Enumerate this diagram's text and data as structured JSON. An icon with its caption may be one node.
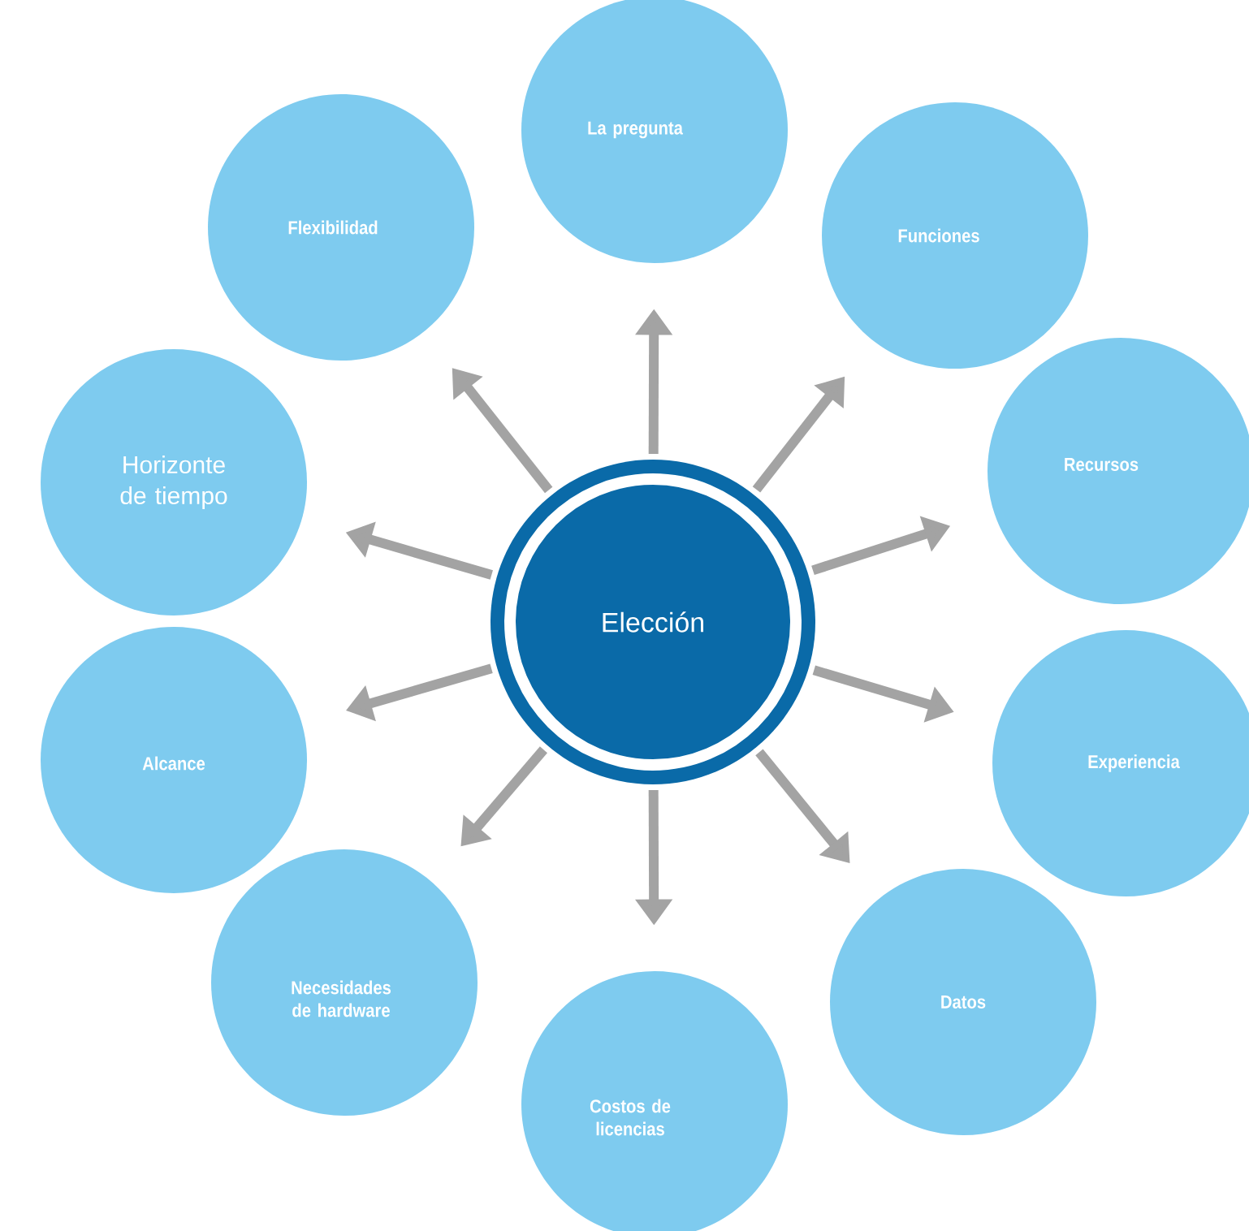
{
  "diagram": {
    "nodes": [
      {
        "text": [
          "Elección"
        ]
      },
      {
        "text": [
          "La pregunta"
        ]
      },
      {
        "text": [
          "Funciones"
        ]
      },
      {
        "text": [
          "Recursos"
        ]
      },
      {
        "text": [
          "Experiencia"
        ]
      },
      {
        "text": [
          "Datos"
        ]
      },
      {
        "text": [
          "Costos de licencias"
        ]
      },
      {
        "text": [
          "Necesidades de hardware"
        ]
      },
      {
        "text": [
          "Alcance"
        ]
      },
      {
        "text": [
          "Horizonte de tiempo"
        ]
      },
      {
        "text": [
          "Flexibilidad"
        ]
      }
    ],
    "edges": [
      {
        "from": 0,
        "to": 1,
        "arrow": "to"
      },
      {
        "from": 0,
        "to": 2,
        "arrow": "to"
      },
      {
        "from": 0,
        "to": 3,
        "arrow": "to"
      },
      {
        "from": 0,
        "to": 4,
        "arrow": "to"
      },
      {
        "from": 0,
        "to": 5,
        "arrow": "to"
      },
      {
        "from": 0,
        "to": 6,
        "arrow": "to"
      },
      {
        "from": 0,
        "to": 7,
        "arrow": "to"
      },
      {
        "from": 0,
        "to": 8,
        "arrow": "to"
      },
      {
        "from": 0,
        "to": 9,
        "arrow": "to"
      },
      {
        "from": 0,
        "to": 10,
        "arrow": "to"
      }
    ]
  }
}
